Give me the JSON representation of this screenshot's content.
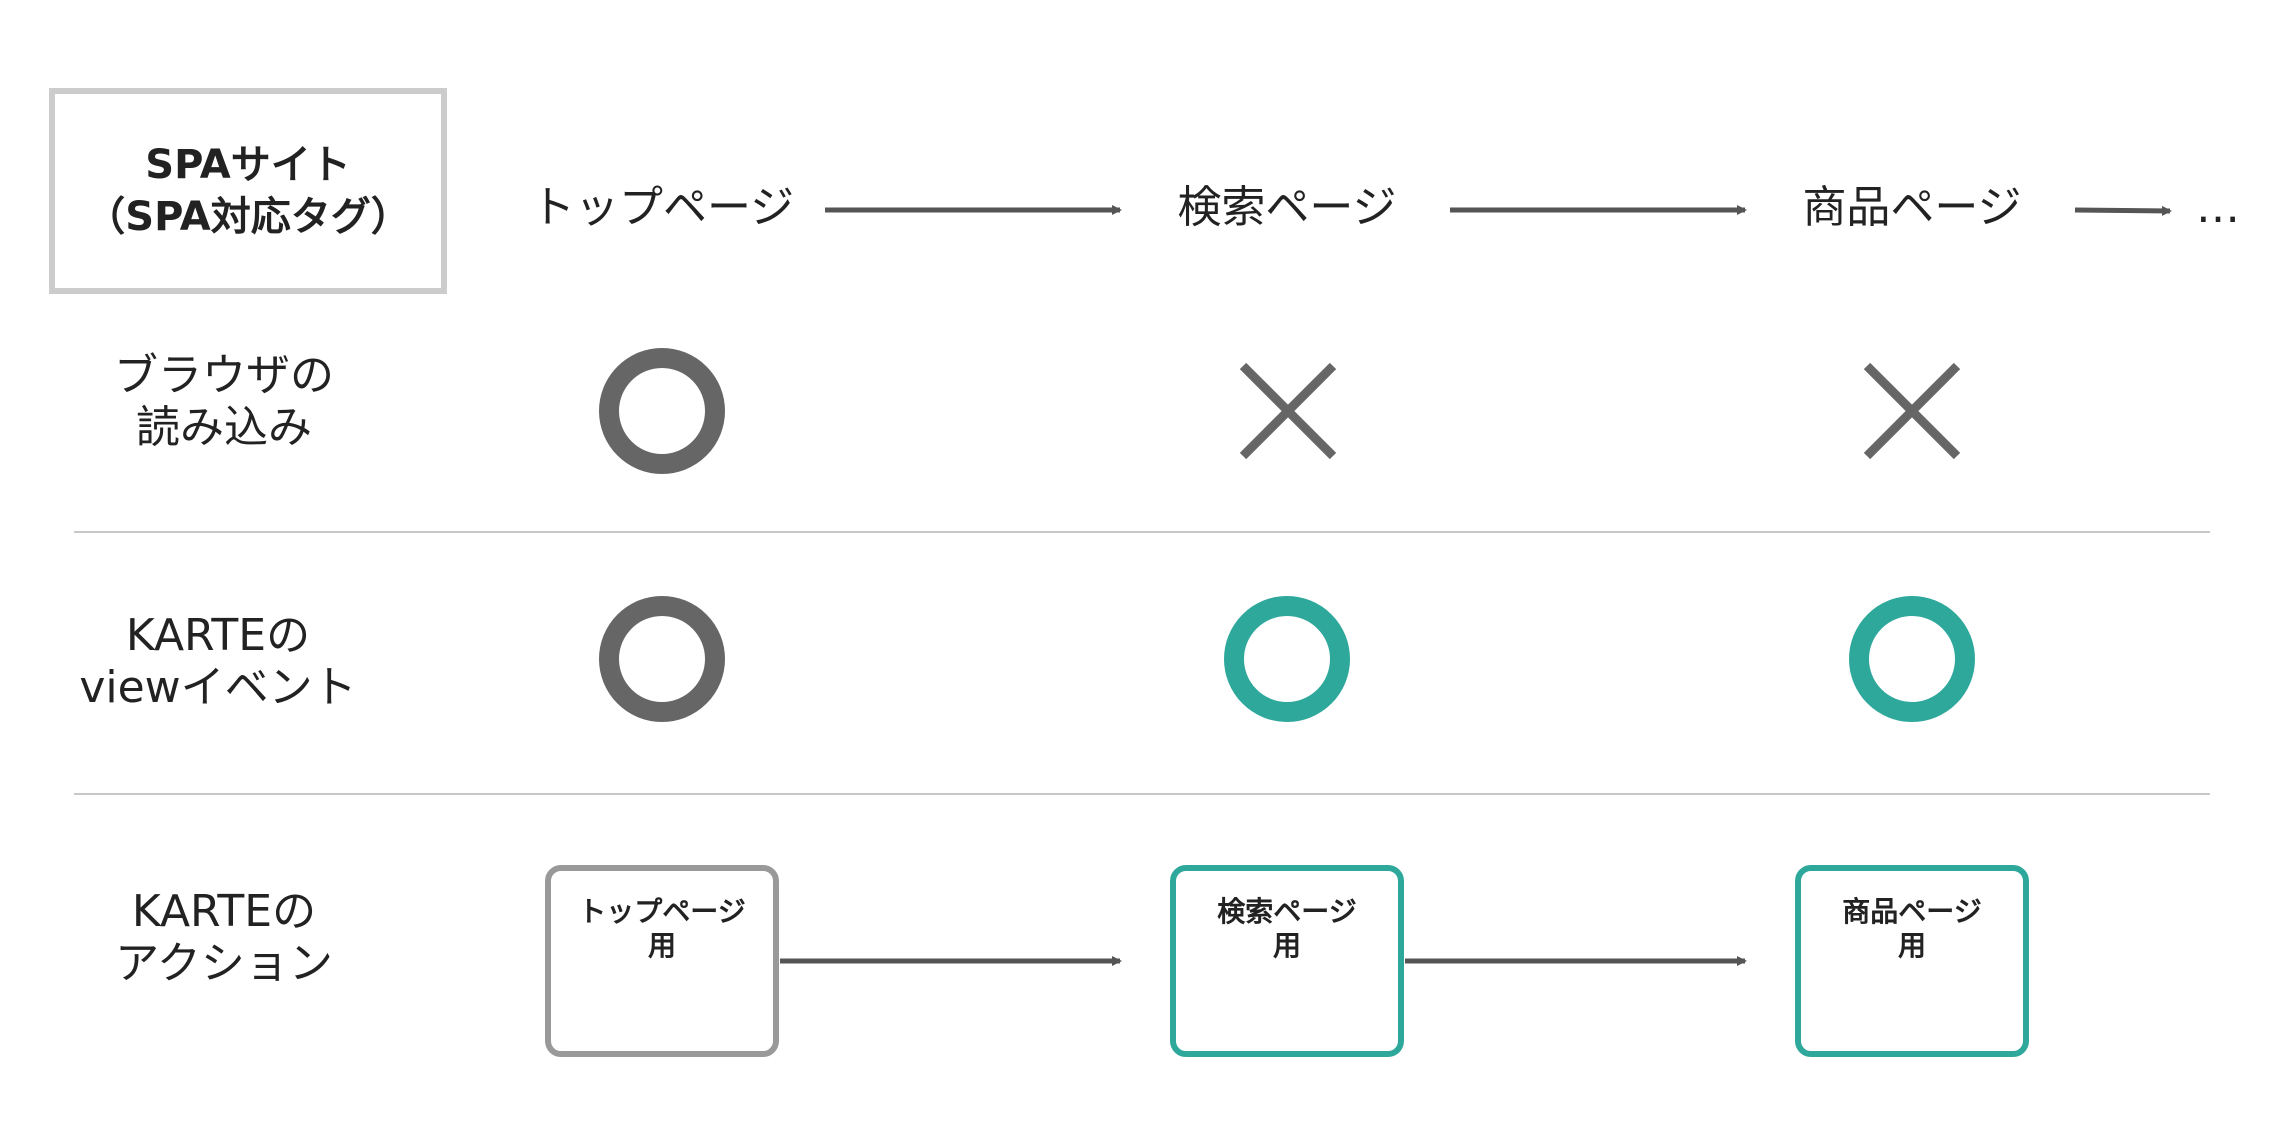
{
  "header": {
    "title_line1": "SPAサイト",
    "title_line2": "（SPA対応タグ）",
    "pages": [
      "トップページ",
      "検索ページ",
      "商品ページ"
    ],
    "ellipsis": "…"
  },
  "rows": [
    {
      "label_line1": "ブラウザの",
      "label_line2": "読み込み",
      "symbols": [
        "circle-gray",
        "cross-gray",
        "cross-gray"
      ]
    },
    {
      "label_line1": "KARTEの",
      "label_line2": "viewイベント",
      "symbols": [
        "circle-gray",
        "circle-teal",
        "circle-teal"
      ]
    },
    {
      "label_line1": "KARTEの",
      "label_line2": "アクション"
    }
  ],
  "actions": [
    {
      "line1": "トップページ",
      "line2": "用",
      "color": "gray"
    },
    {
      "line1": "検索ページ",
      "line2": "用",
      "color": "teal"
    },
    {
      "line1": "商品ページ",
      "line2": "用",
      "color": "teal"
    }
  ],
  "colors": {
    "gray": "#666666",
    "teal": "#2fa89c",
    "light_gray_border": "#cccccc",
    "action_gray_border": "#999999",
    "divider": "#c8c8c8"
  }
}
